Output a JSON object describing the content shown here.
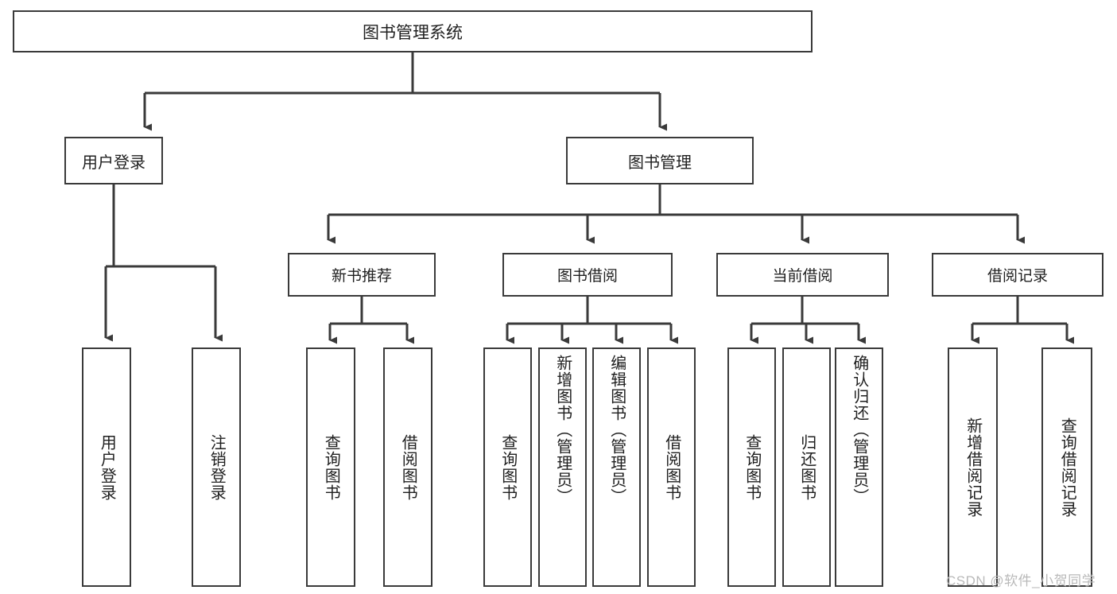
{
  "diagram": {
    "title": "图书管理系统",
    "watermark": "CSDN @软件_小贺同学",
    "colors": {
      "stroke": "#3a3a3a",
      "background": "#ffffff",
      "text": "#1f1f1f",
      "watermark": "#b9b9b9"
    },
    "root": {
      "label": "图书管理系统"
    },
    "level1": [
      {
        "label": "用户登录"
      },
      {
        "label": "图书管理"
      }
    ],
    "level2": [
      {
        "label": "新书推荐"
      },
      {
        "label": "图书借阅"
      },
      {
        "label": "当前借阅"
      },
      {
        "label": "借阅记录"
      }
    ],
    "leaves": {
      "user_login": [
        {
          "label": "用户登录"
        },
        {
          "label": "注销登录"
        }
      ],
      "new_book_recommend": [
        {
          "label": "查询图书"
        },
        {
          "label": "借阅图书"
        }
      ],
      "book_borrow": [
        {
          "label": "查询图书"
        },
        {
          "label": "新增图书（管理员）"
        },
        {
          "label": "编辑图书（管理员）"
        },
        {
          "label": "借阅图书"
        }
      ],
      "current_borrow": [
        {
          "label": "查询图书"
        },
        {
          "label": "归还图书"
        },
        {
          "label": "确认归还（管理员）"
        }
      ],
      "borrow_record": [
        {
          "label": "新增借阅记录"
        },
        {
          "label": "查询借阅记录"
        }
      ]
    }
  }
}
